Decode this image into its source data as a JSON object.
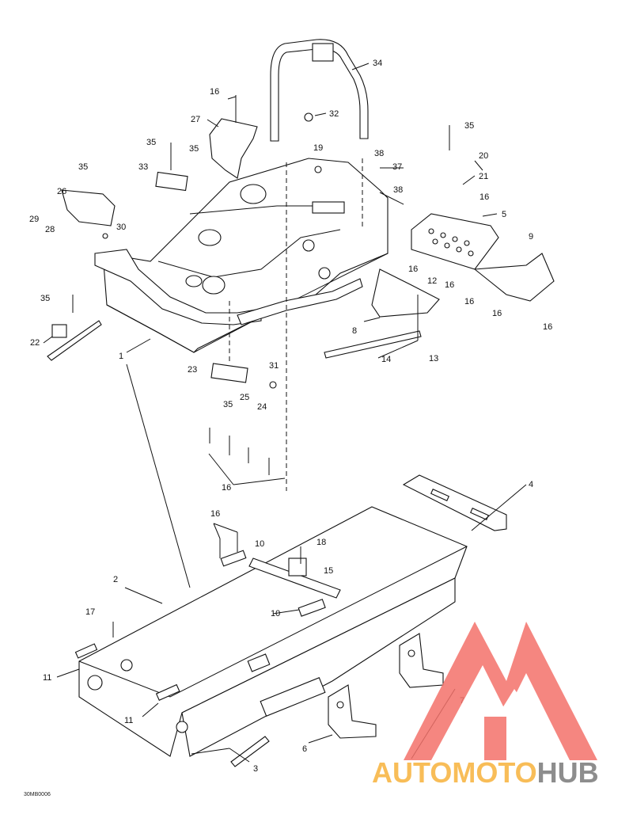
{
  "diagram": {
    "reference_code": "30MB0006",
    "callouts": [
      "34",
      "16",
      "32",
      "27",
      "35",
      "35",
      "19",
      "38",
      "37",
      "33",
      "38",
      "35",
      "35",
      "20",
      "21",
      "26",
      "16",
      "29",
      "28",
      "30",
      "5",
      "9",
      "16",
      "12",
      "16",
      "35",
      "16",
      "16",
      "16",
      "22",
      "8",
      "14",
      "13",
      "1",
      "23",
      "31",
      "25",
      "35",
      "24",
      "16",
      "4",
      "16",
      "10",
      "18",
      "2",
      "15",
      "17",
      "10",
      "11",
      "11",
      "7",
      "6",
      "3"
    ]
  },
  "watermark": {
    "brand_part_1": "AUTOMOTO",
    "brand_part_2": "HUB",
    "color_primary": "#f4726b",
    "color_secondary": "#f7b23b",
    "color_tertiary": "#7a7a7a"
  }
}
